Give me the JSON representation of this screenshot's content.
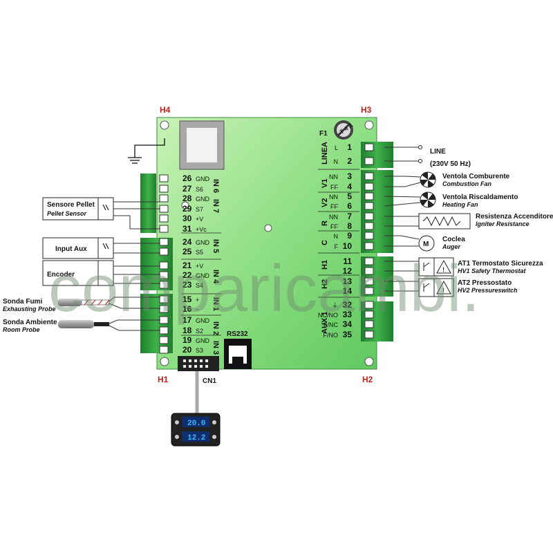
{
  "corners": {
    "h4": "H4",
    "h3": "H3",
    "h1": "H1",
    "h2": "H2"
  },
  "fuse": "F1",
  "fuse_text": "T 4 A",
  "rs232": "RS232",
  "cn1": "CN1",
  "left_terminals": [
    {
      "num": "26",
      "label": "GND"
    },
    {
      "num": "27",
      "label": "S6"
    },
    {
      "num": "28",
      "label": "GND"
    },
    {
      "num": "29",
      "label": "S7"
    },
    {
      "num": "30",
      "label": "+V"
    },
    {
      "num": "31",
      "label": "+Vc"
    },
    {
      "num": "24",
      "label": "GND"
    },
    {
      "num": "25",
      "label": "S5"
    },
    {
      "num": "21",
      "label": "+V"
    },
    {
      "num": "22",
      "label": "GND"
    },
    {
      "num": "23",
      "label": "S4"
    },
    {
      "num": "15",
      "label": "+"
    },
    {
      "num": "16",
      "label": "−"
    },
    {
      "num": "17",
      "label": "GND"
    },
    {
      "num": "18",
      "label": "S2"
    },
    {
      "num": "19",
      "label": "GND"
    },
    {
      "num": "20",
      "label": "S3"
    }
  ],
  "in_labels": {
    "in6": "IN 6",
    "in7": "IN 7",
    "in5": "IN 5",
    "in4": "IN 4",
    "in1": "IN 1",
    "in2": "IN 2",
    "in3": "IN 3"
  },
  "right_terminals": [
    {
      "num": "1",
      "label": "L"
    },
    {
      "num": "2",
      "label": "N"
    },
    {
      "num": "3",
      "label": "NN"
    },
    {
      "num": "4",
      "label": "FF"
    },
    {
      "num": "5",
      "label": "NN"
    },
    {
      "num": "6",
      "label": "FF"
    },
    {
      "num": "7",
      "label": "NN"
    },
    {
      "num": "8",
      "label": "FF"
    },
    {
      "num": "9",
      "label": "N"
    },
    {
      "num": "10",
      "label": "F"
    },
    {
      "num": "11",
      "label": ""
    },
    {
      "num": "12",
      "label": ""
    },
    {
      "num": "13",
      "label": ""
    },
    {
      "num": "14",
      "label": ""
    },
    {
      "num": "32",
      "label": "⏚"
    },
    {
      "num": "33",
      "label": "NC/NO"
    },
    {
      "num": "34",
      "label": "F/NC"
    },
    {
      "num": "35",
      "label": "F/NO"
    }
  ],
  "groups": {
    "linea": "LINEA",
    "v1": "V1",
    "v2": "V2",
    "r": "R",
    "c": "C",
    "h1": "H1",
    "h2": "H2",
    "aux1": "AUX 1"
  },
  "devices_left": {
    "pellet": {
      "title": "Sensore Pellet",
      "subtitle": "Pellet Sensor"
    },
    "input_aux": "Input Aux",
    "encoder": "Encoder",
    "fumi": {
      "title": "Sonda Fumi",
      "subtitle": "Exhausting Probe"
    },
    "ambiente": {
      "title": "Sonda Ambiente",
      "subtitle": "Room Probe"
    }
  },
  "devices_right": {
    "line": "LINE",
    "line_spec": "(230V 50 Hz)",
    "comb": {
      "title": "Ventola Comburente",
      "subtitle": "Combustion Fan"
    },
    "heat": {
      "title": "Ventola Riscaldamento",
      "subtitle": "Heating Fan"
    },
    "ign": {
      "title": "Resistenza Accenditore",
      "subtitle": "Igniter Resistance"
    },
    "auger": {
      "title": "Coclea",
      "subtitle": "Auger",
      "symbol": "M"
    },
    "at1": {
      "title": "AT1 Termostato Sicurezza",
      "subtitle": "HV1 Safety Thermostat"
    },
    "at2": {
      "title": "AT2 Pressostato",
      "subtitle": "HV2 Pressureswitch"
    }
  },
  "display": {
    "top": "20.0",
    "bottom": "12.2"
  },
  "watermark": "comparicambi.",
  "colors": {
    "board": "#7ed87a",
    "connector": "#2e9a3a",
    "header": "#c0211b"
  }
}
